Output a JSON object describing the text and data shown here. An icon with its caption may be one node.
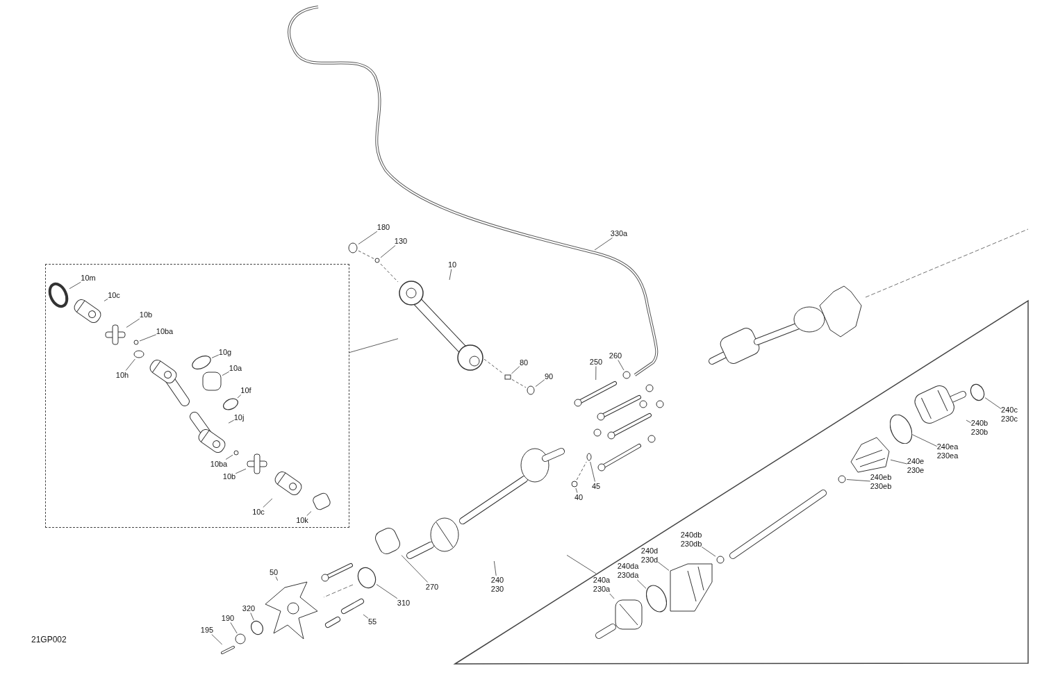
{
  "diagram": {
    "nodes": [
      {
        "text": [],
        "shape": "box"
      },
      {
        "text": [
          "10m"
        ],
        "in": 0
      },
      {
        "text": [
          "10c"
        ],
        "in": 0
      },
      {
        "text": [
          "10b"
        ],
        "in": 0
      },
      {
        "text": [
          "10ba"
        ],
        "in": 0
      },
      {
        "text": [
          "10g"
        ],
        "in": 0
      },
      {
        "text": [
          "10h"
        ],
        "in": 0
      },
      {
        "text": [
          "10a"
        ],
        "in": 0
      },
      {
        "text": [
          "10f"
        ],
        "in": 0
      },
      {
        "text": [
          "10j"
        ],
        "in": 0
      },
      {
        "text": [
          "10ba"
        ],
        "in": 0
      },
      {
        "text": [
          "10b"
        ],
        "in": 0
      },
      {
        "text": [
          "10c"
        ],
        "in": 0
      },
      {
        "text": [
          "10k"
        ],
        "in": 0
      },
      {
        "text": [],
        "shape": "triangle"
      },
      {
        "text": [
          "240c",
          "230c"
        ],
        "in": 14
      },
      {
        "text": [
          "240b",
          "230b"
        ],
        "in": 14
      },
      {
        "text": [
          "240ea",
          "230ea"
        ],
        "in": 14
      },
      {
        "text": [
          "240e",
          "230e"
        ],
        "in": 14
      },
      {
        "text": [
          "240eb",
          "230eb"
        ],
        "in": 14
      },
      {
        "text": [
          "240db",
          "230db"
        ],
        "in": 14
      },
      {
        "text": [
          "240d",
          "230d"
        ],
        "in": 14
      },
      {
        "text": [
          "240da",
          "230da"
        ],
        "in": 14
      },
      {
        "text": [
          "240a",
          "230a"
        ],
        "in": 14
      },
      {
        "text": [
          "180"
        ]
      },
      {
        "text": [
          "130"
        ]
      },
      {
        "text": [
          "10"
        ]
      },
      {
        "text": [
          "330a"
        ]
      },
      {
        "text": [
          "80"
        ]
      },
      {
        "text": [
          "90"
        ]
      },
      {
        "text": [
          "250"
        ]
      },
      {
        "text": [
          "260"
        ]
      },
      {
        "text": [
          "40"
        ]
      },
      {
        "text": [
          "45"
        ]
      },
      {
        "text": [
          "240",
          "230"
        ]
      },
      {
        "text": [
          "270"
        ]
      },
      {
        "text": [
          "310"
        ]
      },
      {
        "text": [
          "50"
        ]
      },
      {
        "text": [
          "55"
        ]
      },
      {
        "text": [
          "320"
        ]
      },
      {
        "text": [
          "190"
        ]
      },
      {
        "text": [
          "195"
        ]
      },
      {
        "text": [],
        "shape": "circle",
        "in": 0
      },
      {
        "text": [],
        "shape": "picture",
        "in": 0
      },
      {
        "text": [],
        "shape": "picture",
        "in": 0
      },
      {
        "text": [],
        "shape": "circle",
        "in": 0
      },
      {
        "text": [],
        "shape": "circle",
        "in": 0
      },
      {
        "text": [],
        "shape": "circle",
        "in": 0
      },
      {
        "text": [],
        "shape": "box",
        "in": 0
      },
      {
        "text": [],
        "shape": "circle",
        "in": 0
      },
      {
        "text": [],
        "shape": "picture",
        "in": 0
      },
      {
        "text": [],
        "shape": "circle",
        "in": 0
      },
      {
        "text": [],
        "shape": "picture",
        "in": 0
      },
      {
        "text": [],
        "shape": "picture",
        "in": 0
      },
      {
        "text": [],
        "shape": "box",
        "in": 0
      },
      {
        "text": [],
        "shape": "circle",
        "in": 14
      },
      {
        "text": [],
        "shape": "picture",
        "in": 14
      },
      {
        "text": [],
        "shape": "circle",
        "in": 14
      },
      {
        "text": [],
        "shape": "picture",
        "in": 14
      },
      {
        "text": [],
        "shape": "circle",
        "in": 14
      },
      {
        "text": [],
        "shape": "circle",
        "in": 14
      },
      {
        "text": [],
        "shape": "picture",
        "in": 14
      },
      {
        "text": [],
        "shape": "circle",
        "in": 14
      },
      {
        "text": [],
        "shape": "picture",
        "in": 14
      },
      {
        "text": [],
        "shape": "circle"
      },
      {
        "text": [],
        "shape": "circle"
      },
      {
        "text": [],
        "shape": "picture"
      },
      {
        "text": [],
        "shape": "box"
      },
      {
        "text": [],
        "shape": "circle"
      },
      {
        "text": [],
        "shape": "picture"
      },
      {
        "text": [],
        "shape": "circle"
      },
      {
        "text": [],
        "shape": "circle"
      },
      {
        "text": [],
        "shape": "circle"
      },
      {
        "text": [],
        "shape": "picture"
      },
      {
        "text": [],
        "shape": "box"
      },
      {
        "text": [],
        "shape": "circle"
      },
      {
        "text": [],
        "shape": "picture"
      },
      {
        "text": [],
        "shape": "bar"
      },
      {
        "text": [],
        "shape": "circle"
      },
      {
        "text": [],
        "shape": "circle"
      },
      {
        "text": [],
        "shape": "bar"
      },
      {
        "text": [],
        "shape": "picture",
        "in": 0
      },
      {
        "text": [],
        "shape": "picture"
      }
    ],
    "edges": [
      {
        "from": 0,
        "to": 66,
        "arrow": "none"
      },
      {
        "from": 1,
        "to": 42,
        "arrow": "none"
      },
      {
        "from": 2,
        "to": 43,
        "arrow": "none"
      },
      {
        "from": 3,
        "to": 44,
        "arrow": "none"
      },
      {
        "from": 4,
        "to": 45,
        "arrow": "none"
      },
      {
        "from": 5,
        "to": 46,
        "arrow": "none"
      },
      {
        "from": 6,
        "to": 47,
        "arrow": "none"
      },
      {
        "from": 7,
        "to": 48,
        "arrow": "none"
      },
      {
        "from": 8,
        "to": 49,
        "arrow": "none"
      },
      {
        "from": 9,
        "to": 50,
        "arrow": "none"
      },
      {
        "from": 10,
        "to": 51,
        "arrow": "none"
      },
      {
        "from": 11,
        "to": 52,
        "arrow": "none"
      },
      {
        "from": 12,
        "to": 53,
        "arrow": "none"
      },
      {
        "from": 13,
        "to": 54,
        "arrow": "none"
      },
      {
        "from": 14,
        "to": 73,
        "arrow": "none"
      },
      {
        "from": 15,
        "to": 55,
        "arrow": "none"
      },
      {
        "from": 16,
        "to": 56,
        "arrow": "none"
      },
      {
        "from": 17,
        "to": 57,
        "arrow": "none"
      },
      {
        "from": 18,
        "to": 58,
        "arrow": "none"
      },
      {
        "from": 19,
        "to": 59,
        "arrow": "none"
      },
      {
        "from": 20,
        "to": 60,
        "arrow": "none"
      },
      {
        "from": 21,
        "to": 61,
        "arrow": "none"
      },
      {
        "from": 22,
        "to": 62,
        "arrow": "none"
      },
      {
        "from": 23,
        "to": 63,
        "arrow": "none"
      },
      {
        "from": 24,
        "to": 64,
        "arrow": "none"
      },
      {
        "from": 25,
        "to": 65,
        "arrow": "none"
      },
      {
        "from": 26,
        "to": 66,
        "arrow": "none"
      },
      {
        "from": 27,
        "to": null,
        "arrow": "none"
      },
      {
        "from": 28,
        "to": 67,
        "arrow": "none"
      },
      {
        "from": 29,
        "to": 68,
        "arrow": "none"
      },
      {
        "from": 30,
        "to": 69,
        "arrow": "none"
      },
      {
        "from": 31,
        "to": 70,
        "arrow": "none"
      },
      {
        "from": 32,
        "to": 71,
        "arrow": "none"
      },
      {
        "from": 33,
        "to": 72,
        "arrow": "none"
      },
      {
        "from": 34,
        "to": 73,
        "arrow": "none"
      },
      {
        "from": 35,
        "to": 74,
        "arrow": "none"
      },
      {
        "from": 36,
        "to": 75,
        "arrow": "none"
      },
      {
        "from": 37,
        "to": 76,
        "arrow": "none"
      },
      {
        "from": 38,
        "to": 77,
        "arrow": "none"
      },
      {
        "from": 39,
        "to": 78,
        "arrow": "none"
      },
      {
        "from": 40,
        "to": 79,
        "arrow": "none"
      },
      {
        "from": 41,
        "to": 80,
        "arrow": "none"
      },
      {
        "from": 64,
        "to": 65,
        "arrow": "none",
        "style": "dashed"
      },
      {
        "from": 65,
        "to": 66,
        "arrow": "none",
        "style": "dashed"
      },
      {
        "from": 66,
        "to": 67,
        "arrow": "none",
        "style": "dashed"
      },
      {
        "from": 67,
        "to": 68,
        "arrow": "none",
        "style": "dashed"
      },
      {
        "from": 71,
        "to": 72,
        "arrow": "none",
        "style": "dashed"
      }
    ],
    "labels": [
      "21GP002"
    ]
  }
}
